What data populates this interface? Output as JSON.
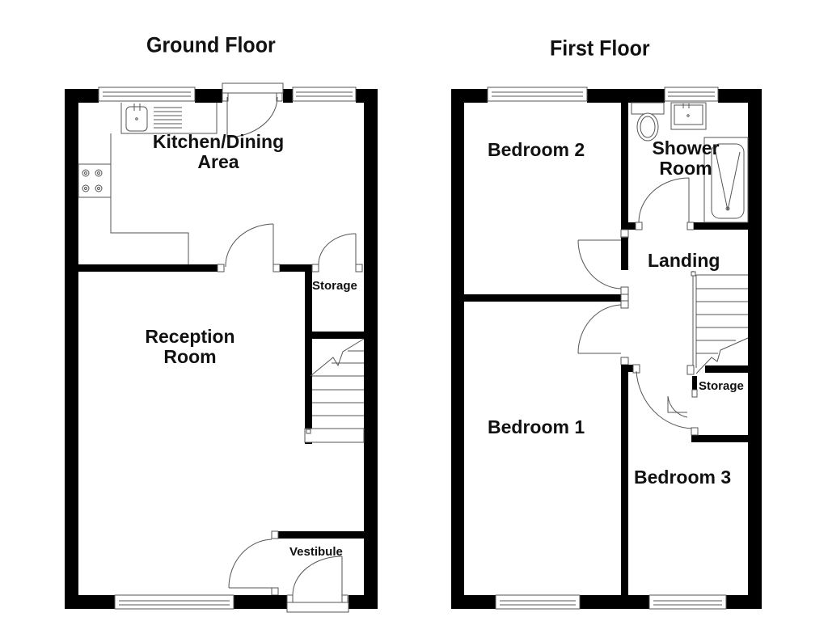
{
  "floors": [
    {
      "title": "Ground Floor",
      "rooms": [
        {
          "name": "Kitchen/Dining",
          "name2": "Area"
        },
        {
          "name": "Storage"
        },
        {
          "name": "Reception",
          "name2": "Room"
        },
        {
          "name": "Vestibule"
        }
      ],
      "fixtures": [
        "sink",
        "hob",
        "staircase",
        "windows",
        "doors"
      ]
    },
    {
      "title": "First Floor",
      "rooms": [
        {
          "name": "Bedroom 2"
        },
        {
          "name": "Shower",
          "name2": "Room"
        },
        {
          "name": "Landing"
        },
        {
          "name": "Bedroom 1"
        },
        {
          "name": "Storage"
        },
        {
          "name": "Bedroom 3"
        }
      ],
      "fixtures": [
        "toilet",
        "basin",
        "shower-tray",
        "staircase",
        "windows",
        "doors"
      ]
    }
  ],
  "colors": {
    "wall": "#000000",
    "fixture_line": "#555555",
    "background": "#ffffff"
  }
}
